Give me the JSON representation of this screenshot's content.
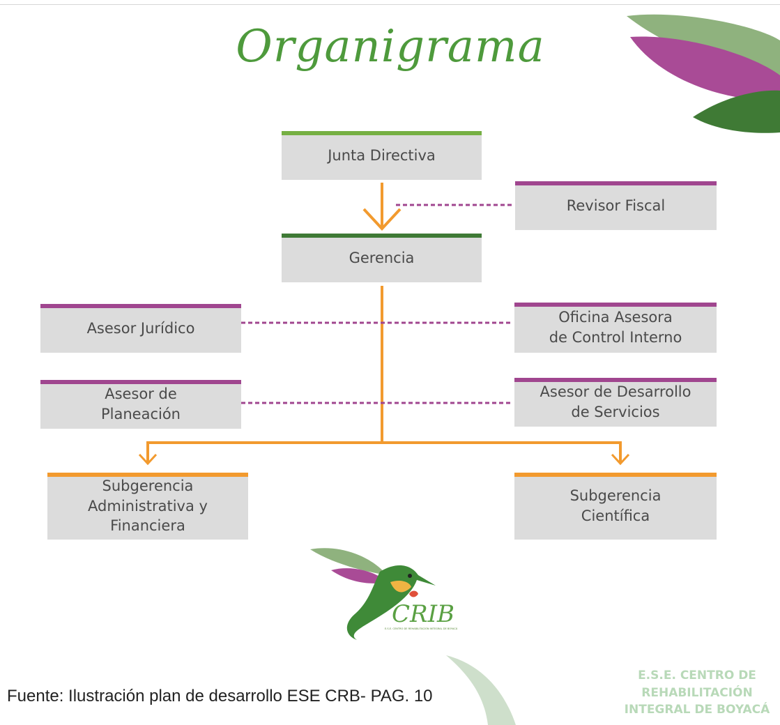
{
  "title": "Organigrama",
  "boxes": {
    "junta": "Junta Directiva",
    "revisor": "Revisor Fiscal",
    "gerencia": "Gerencia",
    "asesor_juridico": "Asesor Jurídico",
    "oficina_line1": "Oficina Asesora",
    "oficina_line2": "de Control Interno",
    "planeacion_line1": "Asesor de",
    "planeacion_line2": "Planeación",
    "desarrollo_line1": "Asesor de Desarrollo",
    "desarrollo_line2": "de Servicios",
    "sub_admin_line1": "Subgerencia",
    "sub_admin_line2": "Administrativa y",
    "sub_admin_line3": "Financiera",
    "sub_cient_line1": "Subgerencia",
    "sub_cient_line2": "Científica"
  },
  "logo": {
    "text": "CRIB",
    "subtext": "E.S.E. CENTRO DE REHABILITACIÓN INTEGRAL DE BOYACÁ"
  },
  "watermark": {
    "line1": "E.S.E. CENTRO DE REHABILITACIÓN",
    "line2": "INTEGRAL DE BOYACÁ"
  },
  "footer": "Fuente: Ilustración plan de desarrollo ESE CRB- PAG. 10",
  "colors": {
    "green": "#76b043",
    "dark_green": "#3f7a35",
    "purple": "#a0468f",
    "orange": "#f29a2e",
    "box_gray": "#dcdcdc"
  }
}
